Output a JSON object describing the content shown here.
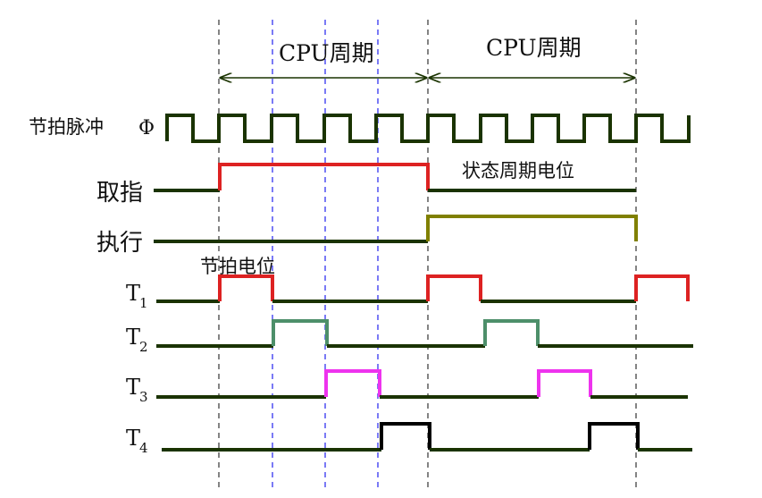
{
  "labels": {
    "cpu_cycle_1": "CPU周期",
    "cpu_cycle_2": "CPU周期",
    "clock": "节拍脉冲",
    "phi": "Φ",
    "fetch": "取指",
    "execute": "执行",
    "state_cycle_potential": "状态周期电位",
    "beat_potential": "节拍电位",
    "t1": "T",
    "t1_sub": "1",
    "t2": "T",
    "t2_sub": "2",
    "t3": "T",
    "t3_sub": "3",
    "t4": "T",
    "t4_sub": "4"
  },
  "colors": {
    "clock": "#1a3300",
    "fetch_high": "#dd2222",
    "execute_high": "#808000",
    "t1_high": "#dd2222",
    "t2_high": "#4d8f6a",
    "t3_high": "#ee33ee",
    "t4_high": "#000000",
    "baseline": "#1a3300",
    "dashed_black": "#333333",
    "dashed_blue": "#2222ee"
  }
}
